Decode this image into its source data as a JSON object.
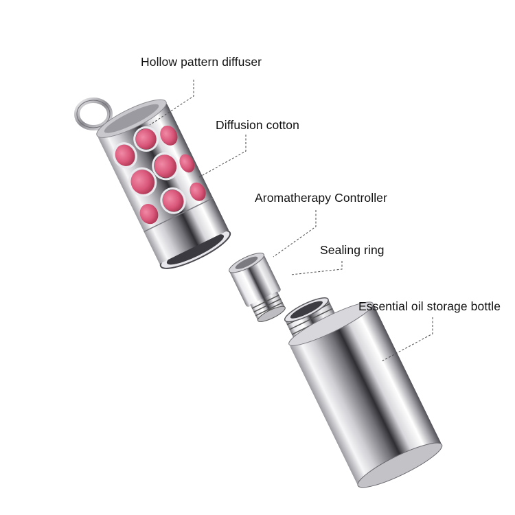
{
  "labels": {
    "hollow_pattern_diffuser": "Hollow pattern diffuser",
    "diffusion_cotton": "Diffusion cotton",
    "aromatherapy_controller": "Aromatherapy Controller",
    "sealing_ring": "Sealing ring",
    "essential_oil_storage_bottle": "Essential oil storage bottle"
  },
  "colors": {
    "background": "#ffffff",
    "leader_line": "#555555",
    "cotton_pink": "#d9577a",
    "chrome_light": "#f4f4f6",
    "chrome_dark": "#2a2a2e"
  }
}
